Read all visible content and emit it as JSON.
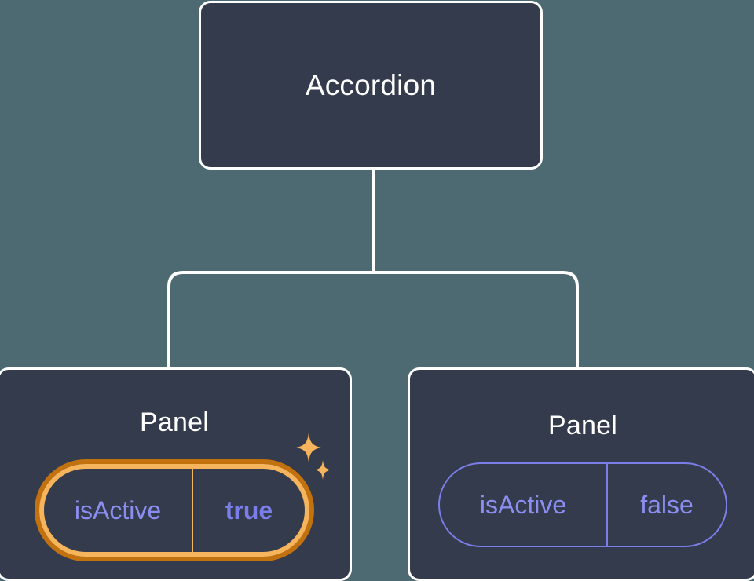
{
  "diagram": {
    "type": "component-tree",
    "background_color": "#4d6a72",
    "node_fill_color": "#343b4c",
    "node_border_color": "#ffffff",
    "connector_color": "#ffffff",
    "highlight_outer_color": "#c2710f",
    "highlight_inner_color": "#f6b45c",
    "prop_text_color": "#8b8ef0",
    "prop_value_highlight_color": "#7b7ee8"
  },
  "root": {
    "title": "Accordion"
  },
  "children": [
    {
      "title": "Panel",
      "highlighted": true,
      "prop": {
        "key": "isActive",
        "value": "true"
      },
      "sparkle_color": "#f6b45c"
    },
    {
      "title": "Panel",
      "highlighted": false,
      "prop": {
        "key": "isActive",
        "value": "false"
      }
    }
  ]
}
